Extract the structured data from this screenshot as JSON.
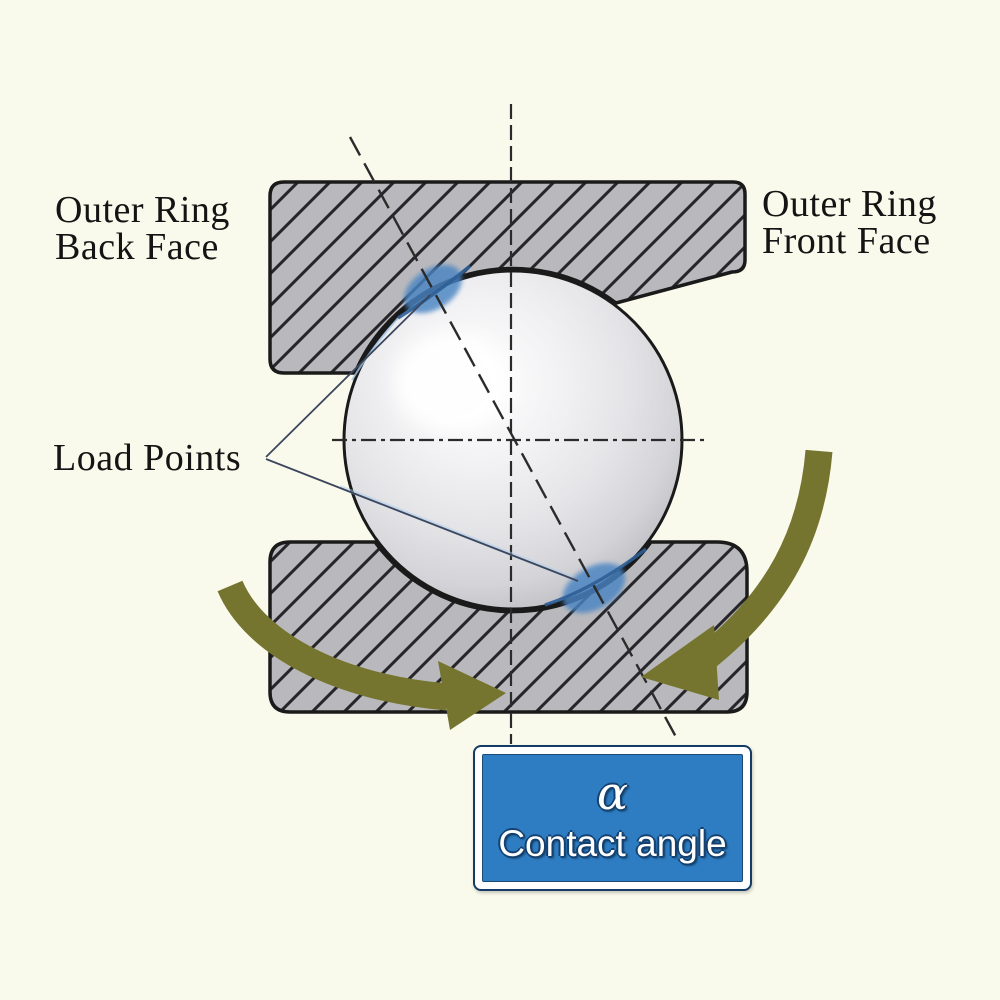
{
  "diagram": {
    "title_context": "Angular contact ball bearing contact-angle diagram",
    "labels": {
      "outer_ring_back": {
        "line1": "Outer Ring",
        "line2": "Back Face"
      },
      "outer_ring_front": {
        "line1": "Outer Ring",
        "line2": "Front Face"
      },
      "load_points": "Load Points",
      "contact_angle": {
        "symbol": "α",
        "label": "Contact angle"
      }
    },
    "colors": {
      "background": "#fafaec",
      "ring_fill": "#b9b9bd",
      "hatch_line": "#26262a",
      "outline": "#1a1a1a",
      "dash_line": "#2b2b2b",
      "ball_edge": "#1a1a1a",
      "contact_ellipse": "#4a84c2",
      "raceway_line": "#2d5f96",
      "leader_line": "#3c465c",
      "rotation_arrow": "#75752f",
      "contact_box_fill": "#2e7cc1",
      "contact_box_border": "#123c66",
      "contact_box_inner_border": "#ffffff",
      "label_text": "#141414",
      "box_text": "#ffffff"
    }
  }
}
